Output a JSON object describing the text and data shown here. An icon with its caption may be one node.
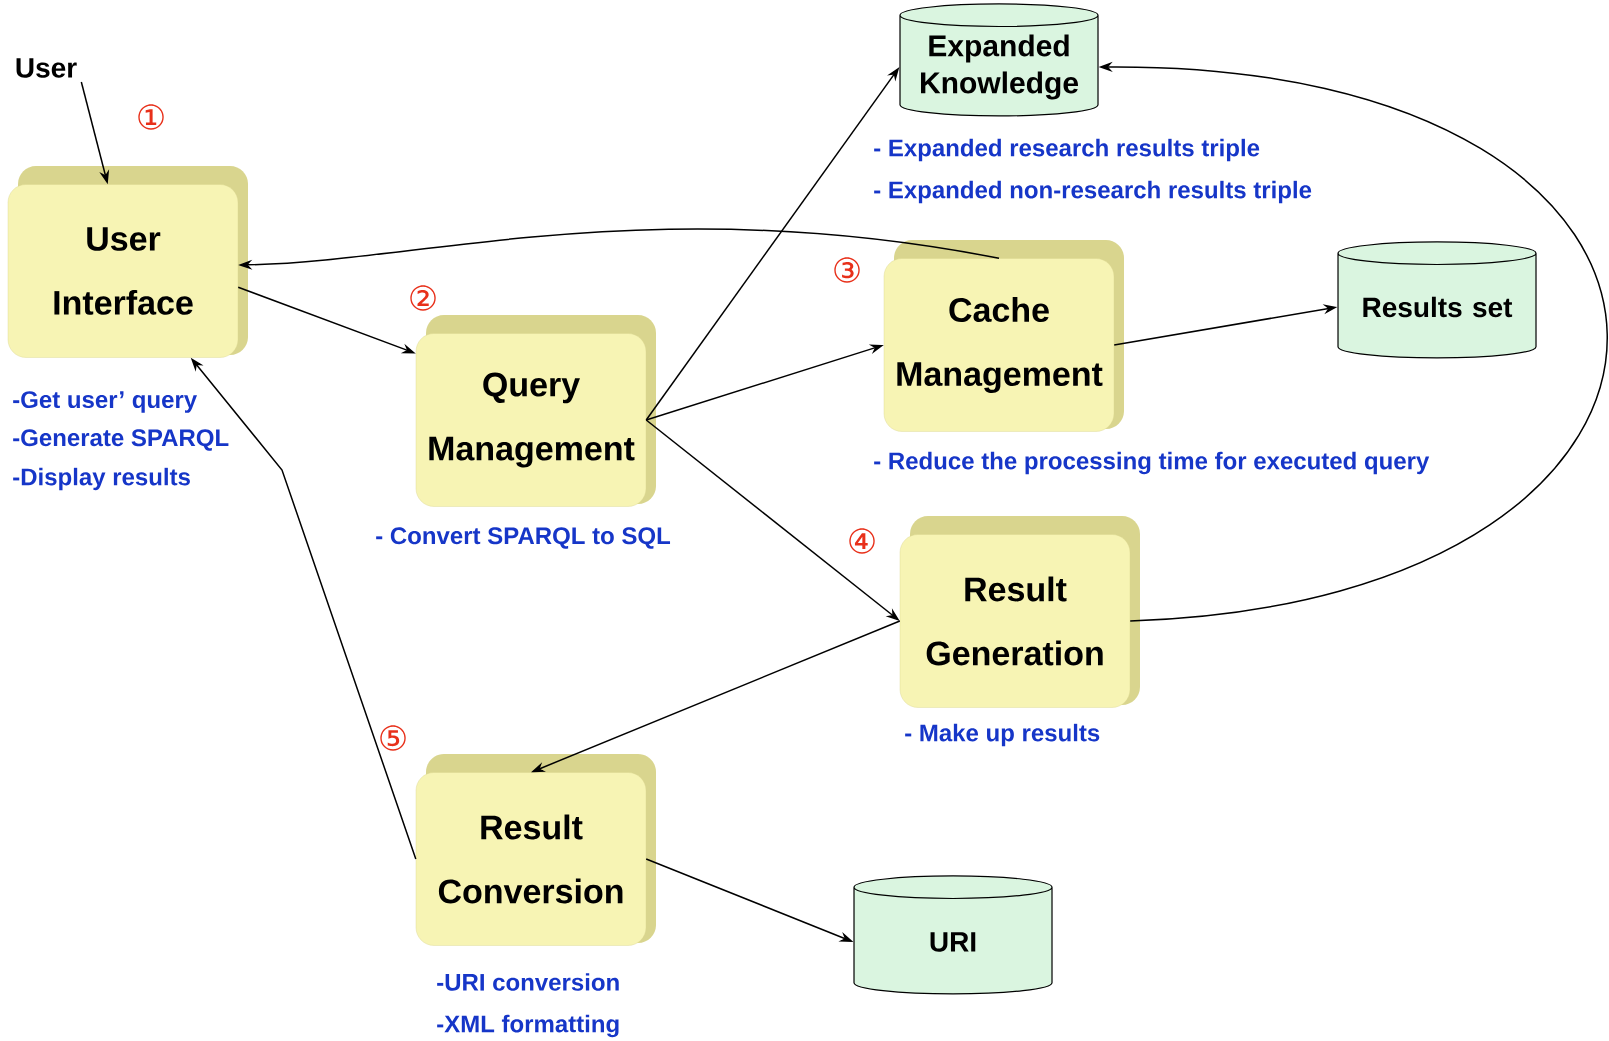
{
  "diagram": {
    "nodes": [
      {
        "text": [
          "User"
        ]
      },
      {
        "text": [
          "User Interface"
        ],
        "beside": [
          "-Get user’ query",
          "-Generate SPARQL",
          "-Display results"
        ]
      },
      {
        "text": [
          "Expanded Knowledge"
        ],
        "beside": [
          "- Expanded research results triple",
          "- Expanded non-research results triple"
        ]
      },
      {
        "text": [
          "Query Management"
        ],
        "beside": [
          "- Convert SPARQL to SQL"
        ]
      },
      {
        "text": [
          "Cache Management"
        ],
        "beside": [
          "- Reduce the processing time for executed  query"
        ]
      },
      {
        "text": [
          "Results set"
        ]
      },
      {
        "text": [
          "Result Generation"
        ],
        "beside": [
          "- Make up results"
        ]
      },
      {
        "text": [
          "Result Conversion"
        ],
        "beside": [
          "-URI conversion",
          "-XML formatting"
        ]
      },
      {
        "text": [
          "URI"
        ]
      }
    ],
    "edges": [
      {
        "from": 0,
        "to": 1,
        "arrow": "to"
      },
      {
        "from": 1,
        "to": 3,
        "arrow": "to"
      },
      {
        "from": 4,
        "to": 1,
        "arrow": "to"
      },
      {
        "from": 3,
        "to": 2,
        "arrow": "to"
      },
      {
        "from": 3,
        "to": 4,
        "arrow": "to"
      },
      {
        "from": 3,
        "to": 6,
        "arrow": "to"
      },
      {
        "from": 4,
        "to": 5,
        "arrow": "to"
      },
      {
        "from": 6,
        "to": 2,
        "arrow": "to"
      },
      {
        "from": 6,
        "to": 7,
        "arrow": "to"
      },
      {
        "from": 7,
        "to": 1,
        "arrow": "to"
      },
      {
        "from": 7,
        "to": 8,
        "arrow": "to"
      }
    ],
    "labels": [
      "①",
      "②",
      "③",
      "④",
      "⑤"
    ]
  }
}
